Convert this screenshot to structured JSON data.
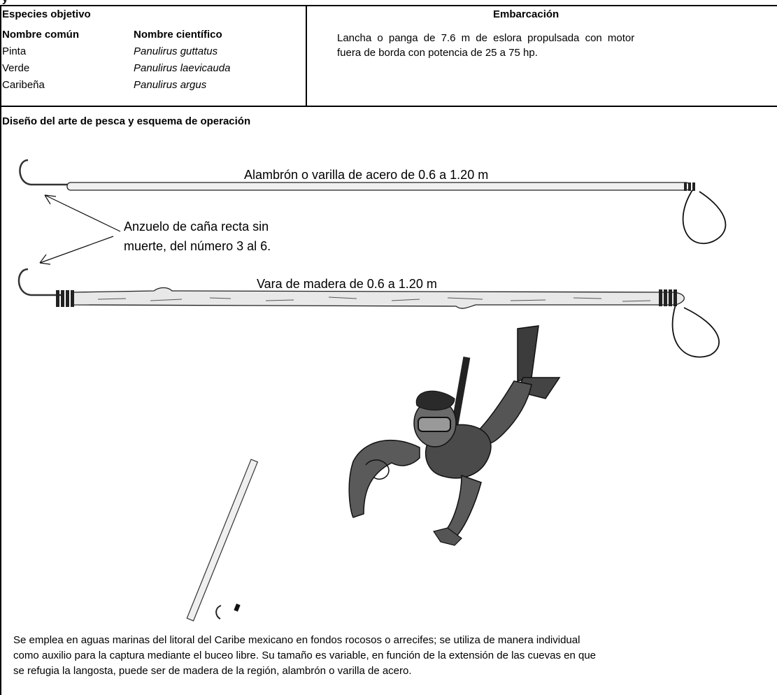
{
  "top_fragment": "y",
  "species": {
    "header": "Especies objetivo",
    "col_common": "Nombre común",
    "col_scientific": "Nombre científico",
    "rows": [
      {
        "common": "Pinta",
        "scientific": "Panulirus guttatus"
      },
      {
        "common": "Verde",
        "scientific": "Panulirus laevicauda"
      },
      {
        "common": "Caribeña",
        "scientific": "Panulirus argus"
      }
    ]
  },
  "vessel": {
    "header": "Embarcación",
    "text_line1": "Lancha o panga de 7.6 m de eslora propulsada con motor",
    "text_line2": "fuera de borda con potencia de 25 a 75 hp."
  },
  "design": {
    "header": "Diseño del arte de pesca y esquema de operación",
    "label_steel": "Alambrón o varilla de acero de 0.6 a 1.20 m",
    "label_hook_line1": "Anzuelo de caña recta sin",
    "label_hook_line2": "muerte, del número 3 al 6.",
    "label_wood": "Vara de madera de 0.6 a 1.20 m"
  },
  "footer": {
    "line1": "Se emplea en aguas marinas del litoral del Caribe mexicano en fondos rocosos o arrecifes; se utiliza de manera individual",
    "line2": "como auxilio para la captura mediante el buceo libre. Su tamaño es variable, en función de la extensión de las cuevas en que",
    "line3": "se refugia la langosta, puede ser de madera de la región, alambrón o varilla de acero."
  }
}
